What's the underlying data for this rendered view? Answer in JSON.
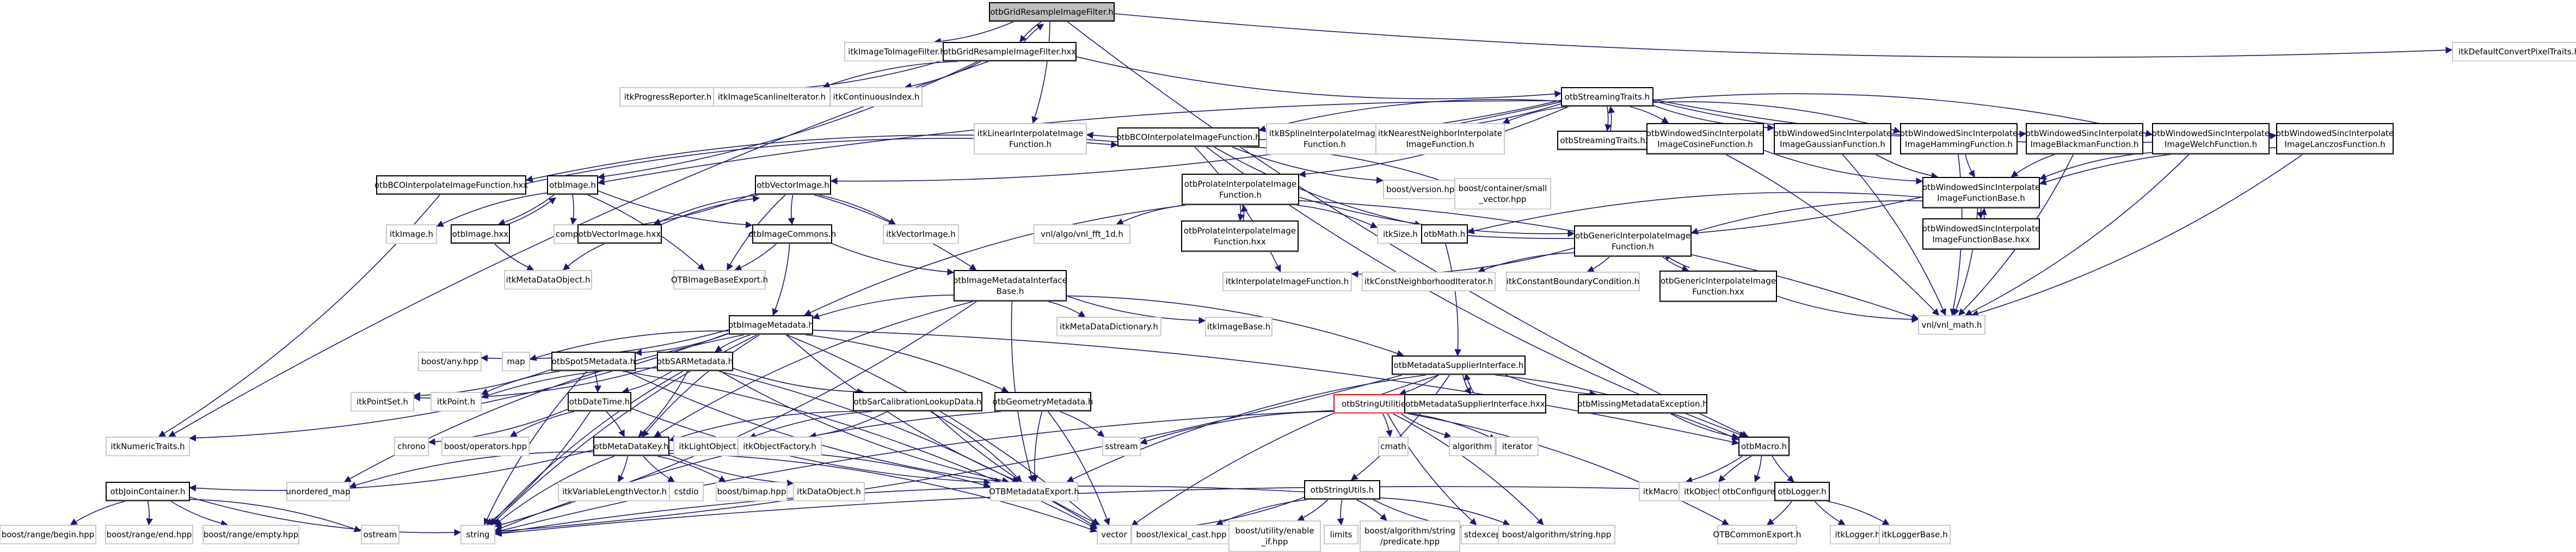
{
  "title": "otbGridResampleImageFilter.h",
  "colors": {
    "edge": "#191970",
    "internal_border": "#000000",
    "external_border": "#c8c8c8",
    "root_fill": "#bfbfbf",
    "highlight_border": "#ff0000"
  },
  "nodes": [
    {
      "id": "root",
      "label": "otbGridResampleImageFilter.h",
      "kind": "root"
    },
    {
      "id": "itkImageToImageFilter",
      "label": "itkImageToImageFilter.h",
      "kind": "ext"
    },
    {
      "id": "gridHxx",
      "label": "otbGridResampleImageFilter.hxx",
      "kind": "int"
    },
    {
      "id": "itkDefaultConvertPixelTraits",
      "label": "itkDefaultConvertPixelTraits.h",
      "kind": "ext"
    },
    {
      "id": "itkProgressReporter",
      "label": "itkProgressReporter.h",
      "kind": "ext"
    },
    {
      "id": "itkImageScanlineIterator",
      "label": "itkImageScanlineIterator.h",
      "kind": "ext"
    },
    {
      "id": "itkContinuousIndex",
      "label": "itkContinuousIndex.h",
      "kind": "ext"
    },
    {
      "id": "streamingTraits",
      "label": "otbStreamingTraits.h",
      "kind": "int"
    },
    {
      "id": "itkLinearInterp",
      "label": "itkLinearInterpolateImage\nFunction.h",
      "kind": "ext"
    },
    {
      "id": "bcoH",
      "label": "otbBCOInterpolateImageFunction.h",
      "kind": "int"
    },
    {
      "id": "itkBSpline",
      "label": "itkBSplineInterpolateImage\nFunction.h",
      "kind": "ext"
    },
    {
      "id": "itkNearest",
      "label": "itkNearestNeighborInterpolate\nImageFunction.h",
      "kind": "ext"
    },
    {
      "id": "streamingTraitsHxx",
      "label": "otbStreamingTraits.hxx",
      "kind": "int"
    },
    {
      "id": "wsCosine",
      "label": "otbWindowedSincInterpolate\nImageCosineFunction.h",
      "kind": "int"
    },
    {
      "id": "wsGaussian",
      "label": "otbWindowedSincInterpolate\nImageGaussianFunction.h",
      "kind": "int"
    },
    {
      "id": "wsHamming",
      "label": "otbWindowedSincInterpolate\nImageHammingFunction.h",
      "kind": "int"
    },
    {
      "id": "wsBlackman",
      "label": "otbWindowedSincInterpolate\nImageBlackmanFunction.h",
      "kind": "int"
    },
    {
      "id": "wsWelch",
      "label": "otbWindowedSincInterpolate\nImageWelchFunction.h",
      "kind": "int"
    },
    {
      "id": "wsLanczos",
      "label": "otbWindowedSincInterpolate\nImageLanczosFunction.h",
      "kind": "int"
    },
    {
      "id": "bcoHxx",
      "label": "otbBCOInterpolateImageFunction.hxx",
      "kind": "int"
    },
    {
      "id": "otbImage",
      "label": "otbImage.h",
      "kind": "int"
    },
    {
      "id": "otbVectorImage",
      "label": "otbVectorImage.h",
      "kind": "int"
    },
    {
      "id": "prolateH",
      "label": "otbProlateInterpolateImage\nFunction.h",
      "kind": "int"
    },
    {
      "id": "boostVersion",
      "label": "boost/version.hpp",
      "kind": "ext"
    },
    {
      "id": "boostSmallVector",
      "label": "boost/container/small\n_vector.hpp",
      "kind": "ext"
    },
    {
      "id": "wsBase",
      "label": "otbWindowedSincInterpolate\nImageFunctionBase.h",
      "kind": "int"
    },
    {
      "id": "itkImage",
      "label": "itkImage.h",
      "kind": "ext"
    },
    {
      "id": "otbImageHxx",
      "label": "otbImage.hxx",
      "kind": "int"
    },
    {
      "id": "complex",
      "label": "complex",
      "kind": "ext"
    },
    {
      "id": "otbVectorImageHxx",
      "label": "otbVectorImage.hxx",
      "kind": "int"
    },
    {
      "id": "imageCommons",
      "label": "otbImageCommons.h",
      "kind": "int"
    },
    {
      "id": "itkVectorImage",
      "label": "itkVectorImage.h",
      "kind": "ext"
    },
    {
      "id": "vnlFft",
      "label": "vnl/algo/vnl_fft_1d.h",
      "kind": "ext"
    },
    {
      "id": "prolateHxx",
      "label": "otbProlateInterpolateImage\nFunction.hxx",
      "kind": "int"
    },
    {
      "id": "itkSize",
      "label": "itkSize.h",
      "kind": "ext"
    },
    {
      "id": "otbMath",
      "label": "otbMath.h",
      "kind": "int"
    },
    {
      "id": "genericH",
      "label": "otbGenericInterpolateImage\nFunction.h",
      "kind": "int"
    },
    {
      "id": "wsBaseHxx",
      "label": "otbWindowedSincInterpolate\nImageFunctionBase.hxx",
      "kind": "int"
    },
    {
      "id": "itkMetaDataObject",
      "label": "itkMetaDataObject.h",
      "kind": "ext"
    },
    {
      "id": "otbImageBaseExport",
      "label": "OTBImageBaseExport.h",
      "kind": "ext"
    },
    {
      "id": "imdInterfaceBase",
      "label": "otbImageMetadataInterface\nBase.h",
      "kind": "int"
    },
    {
      "id": "itkInterpFn",
      "label": "itkInterpolateImageFunction.h",
      "kind": "ext"
    },
    {
      "id": "itkConstNeigh",
      "label": "itkConstNeighborhoodIterator.h",
      "kind": "ext"
    },
    {
      "id": "itkConstBoundary",
      "label": "itkConstantBoundaryCondition.h",
      "kind": "ext"
    },
    {
      "id": "genericHxx",
      "label": "otbGenericInterpolateImage\nFunction.hxx",
      "kind": "int"
    },
    {
      "id": "imageMetadata",
      "label": "otbImageMetadata.h",
      "kind": "int"
    },
    {
      "id": "itkMetaDataDictionary",
      "label": "itkMetaDataDictionary.h",
      "kind": "ext"
    },
    {
      "id": "itkImageBase",
      "label": "itkImageBase.h",
      "kind": "ext"
    },
    {
      "id": "vnlMath",
      "label": "vnl/vnl_math.h",
      "kind": "ext"
    },
    {
      "id": "boostAny",
      "label": "boost/any.hpp",
      "kind": "ext"
    },
    {
      "id": "map",
      "label": "map",
      "kind": "ext"
    },
    {
      "id": "spot5",
      "label": "otbSpot5Metadata.h",
      "kind": "int"
    },
    {
      "id": "sarMetadata",
      "label": "otbSARMetadata.h",
      "kind": "int"
    },
    {
      "id": "mdSupplier",
      "label": "otbMetadataSupplierInterface.h",
      "kind": "int"
    },
    {
      "id": "itkPointSet",
      "label": "itkPointSet.h",
      "kind": "ext"
    },
    {
      "id": "itkPoint",
      "label": "itkPoint.h",
      "kind": "ext"
    },
    {
      "id": "dateTime",
      "label": "otbDateTime.h",
      "kind": "int"
    },
    {
      "id": "sarCalib",
      "label": "otbSarCalibrationLookupData.h",
      "kind": "int"
    },
    {
      "id": "geomMetadata",
      "label": "otbGeometryMetadata.h",
      "kind": "int"
    },
    {
      "id": "stringUtilities",
      "label": "otbStringUtilities.h",
      "kind": "hl"
    },
    {
      "id": "mdSupplierHxx",
      "label": "otbMetadataSupplierInterface.hxx",
      "kind": "int"
    },
    {
      "id": "missingMd",
      "label": "otbMissingMetadataException.h",
      "kind": "int"
    },
    {
      "id": "itkNumericTraits",
      "label": "itkNumericTraits.h",
      "kind": "ext"
    },
    {
      "id": "chrono",
      "label": "chrono",
      "kind": "ext"
    },
    {
      "id": "boostOperators",
      "label": "boost/operators.hpp",
      "kind": "ext"
    },
    {
      "id": "metaDataKey",
      "label": "otbMetaDataKey.h",
      "kind": "int"
    },
    {
      "id": "itkLightObject",
      "label": "itkLightObject.h",
      "kind": "ext"
    },
    {
      "id": "itkObjectFactory",
      "label": "itkObjectFactory.h",
      "kind": "ext"
    },
    {
      "id": "sstream",
      "label": "sstream",
      "kind": "ext"
    },
    {
      "id": "cmath",
      "label": "cmath",
      "kind": "ext"
    },
    {
      "id": "algorithm",
      "label": "algorithm",
      "kind": "ext"
    },
    {
      "id": "iterator",
      "label": "iterator",
      "kind": "ext"
    },
    {
      "id": "otbMacro",
      "label": "otbMacro.h",
      "kind": "int"
    },
    {
      "id": "joinContainer",
      "label": "otbJoinContainer.h",
      "kind": "int"
    },
    {
      "id": "unorderedMap",
      "label": "unordered_map",
      "kind": "ext"
    },
    {
      "id": "itkVLV",
      "label": "itkVariableLengthVector.h",
      "kind": "ext"
    },
    {
      "id": "cstdio",
      "label": "cstdio",
      "kind": "ext"
    },
    {
      "id": "boostBimap",
      "label": "boost/bimap.hpp",
      "kind": "ext"
    },
    {
      "id": "itkDataObject",
      "label": "itkDataObject.h",
      "kind": "ext"
    },
    {
      "id": "otbMetadataExport",
      "label": "OTBMetadataExport.h",
      "kind": "ext"
    },
    {
      "id": "stringUtils",
      "label": "otbStringUtils.h",
      "kind": "int"
    },
    {
      "id": "itkMacro",
      "label": "itkMacro.h",
      "kind": "ext"
    },
    {
      "id": "itkObject",
      "label": "itkObject.h",
      "kind": "ext"
    },
    {
      "id": "otbConfigure",
      "label": "otbConfigure.h",
      "kind": "ext"
    },
    {
      "id": "otbLogger",
      "label": "otbLogger.h",
      "kind": "int"
    },
    {
      "id": "boostRangeBegin",
      "label": "boost/range/begin.hpp",
      "kind": "ext"
    },
    {
      "id": "boostRangeEnd",
      "label": "boost/range/end.hpp",
      "kind": "ext"
    },
    {
      "id": "boostRangeEmpty",
      "label": "boost/range/empty.hpp",
      "kind": "ext"
    },
    {
      "id": "ostream",
      "label": "ostream",
      "kind": "ext"
    },
    {
      "id": "string",
      "label": "string",
      "kind": "ext"
    },
    {
      "id": "vector",
      "label": "vector",
      "kind": "ext"
    },
    {
      "id": "boostLexicalCast",
      "label": "boost/lexical_cast.hpp",
      "kind": "ext"
    },
    {
      "id": "boostEnableIf",
      "label": "boost/utility/enable\n_if.hpp",
      "kind": "ext"
    },
    {
      "id": "limits",
      "label": "limits",
      "kind": "ext"
    },
    {
      "id": "boostPredicate",
      "label": "boost/algorithm/string\n/predicate.hpp",
      "kind": "ext"
    },
    {
      "id": "stdexcept",
      "label": "stdexcept",
      "kind": "ext"
    },
    {
      "id": "boostAlgString",
      "label": "boost/algorithm/string.hpp",
      "kind": "ext"
    },
    {
      "id": "otbCommonExport",
      "label": "OTBCommonExport.h",
      "kind": "ext"
    },
    {
      "id": "itkLogger",
      "label": "itkLogger.h",
      "kind": "ext"
    },
    {
      "id": "itkLoggerBase",
      "label": "itkLoggerBase.h",
      "kind": "ext"
    }
  ],
  "edges": [
    [
      "root",
      "itkImageToImageFilter"
    ],
    [
      "root",
      "gridHxx"
    ],
    [
      "gridHxx",
      "root"
    ],
    [
      "root",
      "itkDefaultConvertPixelTraits"
    ],
    [
      "root",
      "itkLinearInterp"
    ],
    [
      "root",
      "otbMacro"
    ],
    [
      "gridHxx",
      "itkProgressReporter"
    ],
    [
      "gridHxx",
      "itkImageScanlineIterator"
    ],
    [
      "gridHxx",
      "itkContinuousIndex"
    ],
    [
      "gridHxx",
      "streamingTraits"
    ],
    [
      "gridHxx",
      "otbImage"
    ],
    [
      "gridHxx",
      "itkNumericTraits"
    ],
    [
      "streamingTraits",
      "itkLinearInterp"
    ],
    [
      "streamingTraits",
      "bcoH"
    ],
    [
      "streamingTraits",
      "itkBSpline"
    ],
    [
      "streamingTraits",
      "itkNearest"
    ],
    [
      "streamingTraits",
      "streamingTraitsHxx"
    ],
    [
      "streamingTraitsHxx",
      "streamingTraits"
    ],
    [
      "streamingTraits",
      "wsCosine"
    ],
    [
      "streamingTraits",
      "wsGaussian"
    ],
    [
      "streamingTraits",
      "wsHamming"
    ],
    [
      "streamingTraits",
      "wsBlackman"
    ],
    [
      "streamingTraits",
      "wsWelch"
    ],
    [
      "streamingTraits",
      "wsLanczos"
    ],
    [
      "streamingTraits",
      "prolateH"
    ],
    [
      "streamingTraits",
      "otbImage"
    ],
    [
      "streamingTraits",
      "otbVectorImage"
    ],
    [
      "bcoH",
      "bcoHxx"
    ],
    [
      "bcoHxx",
      "bcoH"
    ],
    [
      "bcoH",
      "boostVersion"
    ],
    [
      "bcoH",
      "boostSmallVector"
    ],
    [
      "bcoH",
      "otbMath"
    ],
    [
      "bcoH",
      "itkInterpFn"
    ],
    [
      "bcoH",
      "otbMacro"
    ],
    [
      "bcoHxx",
      "itkNumericTraits"
    ],
    [
      "wsCosine",
      "wsBase"
    ],
    [
      "wsCosine",
      "vnlMath"
    ],
    [
      "wsGaussian",
      "wsBase"
    ],
    [
      "wsGaussian",
      "vnlMath"
    ],
    [
      "wsHamming",
      "wsBase"
    ],
    [
      "wsHamming",
      "vnlMath"
    ],
    [
      "wsBlackman",
      "wsBase"
    ],
    [
      "wsBlackman",
      "vnlMath"
    ],
    [
      "wsWelch",
      "wsBase"
    ],
    [
      "wsWelch",
      "vnlMath"
    ],
    [
      "wsLanczos",
      "wsBase"
    ],
    [
      "wsLanczos",
      "vnlMath"
    ],
    [
      "wsBase",
      "wsBaseHxx"
    ],
    [
      "wsBaseHxx",
      "wsBase"
    ],
    [
      "wsBase",
      "genericH"
    ],
    [
      "wsBase",
      "itkSize"
    ],
    [
      "wsBase",
      "otbMath"
    ],
    [
      "wsBase",
      "vnlMath"
    ],
    [
      "otbImage",
      "itkImage"
    ],
    [
      "otbImage",
      "otbImageHxx"
    ],
    [
      "otbImageHxx",
      "otbImage"
    ],
    [
      "otbImage",
      "complex"
    ],
    [
      "otbImage",
      "imageCommons"
    ],
    [
      "otbImage",
      "otbImageBaseExport"
    ],
    [
      "otbImageHxx",
      "itkMetaDataObject"
    ],
    [
      "otbVectorImage",
      "complex"
    ],
    [
      "otbVectorImage",
      "otbVectorImageHxx"
    ],
    [
      "otbVectorImageHxx",
      "otbVectorImage"
    ],
    [
      "otbVectorImage",
      "imageCommons"
    ],
    [
      "otbVectorImage",
      "itkVectorImage"
    ],
    [
      "otbVectorImage",
      "otbImageBaseExport"
    ],
    [
      "otbVectorImage",
      "imdInterfaceBase"
    ],
    [
      "otbVectorImageHxx",
      "itkMetaDataObject"
    ],
    [
      "imageCommons",
      "otbImageBaseExport"
    ],
    [
      "imageCommons",
      "imdInterfaceBase"
    ],
    [
      "imageCommons",
      "imageMetadata"
    ],
    [
      "prolateH",
      "vnlFft"
    ],
    [
      "prolateH",
      "prolateHxx"
    ],
    [
      "prolateHxx",
      "prolateH"
    ],
    [
      "prolateH",
      "itkSize"
    ],
    [
      "prolateH",
      "genericH"
    ],
    [
      "prolateH",
      "vnlMath"
    ],
    [
      "prolateH",
      "imageMetadata"
    ],
    [
      "genericH",
      "itkInterpFn"
    ],
    [
      "genericH",
      "itkConstNeigh"
    ],
    [
      "genericH",
      "itkConstBoundary"
    ],
    [
      "genericH",
      "genericHxx"
    ],
    [
      "genericHxx",
      "genericH"
    ],
    [
      "genericHxx",
      "vnlMath"
    ],
    [
      "otbMath",
      "mdSupplier"
    ],
    [
      "imdInterfaceBase",
      "imageMetadata"
    ],
    [
      "imdInterfaceBase",
      "itkMetaDataDictionary"
    ],
    [
      "imdInterfaceBase",
      "itkImageBase"
    ],
    [
      "imdInterfaceBase",
      "mdSupplier"
    ],
    [
      "imdInterfaceBase",
      "otbMetadataExport"
    ],
    [
      "imdInterfaceBase",
      "string"
    ],
    [
      "imdInterfaceBase",
      "metaDataKey"
    ],
    [
      "imageMetadata",
      "boostAny"
    ],
    [
      "imageMetadata",
      "map"
    ],
    [
      "imageMetadata",
      "spot5"
    ],
    [
      "imageMetadata",
      "sarMetadata"
    ],
    [
      "imageMetadata",
      "geomMetadata"
    ],
    [
      "imageMetadata",
      "metaDataKey"
    ],
    [
      "imageMetadata",
      "itkNumericTraits"
    ],
    [
      "imageMetadata",
      "otbMetadataExport"
    ],
    [
      "imageMetadata",
      "vector"
    ],
    [
      "imageMetadata",
      "string"
    ],
    [
      "imageMetadata",
      "otbMacro"
    ],
    [
      "imageMetadata",
      "unorderedMap"
    ],
    [
      "spot5",
      "itkPointSet"
    ],
    [
      "spot5",
      "itkPoint"
    ],
    [
      "spot5",
      "dateTime"
    ],
    [
      "spot5",
      "otbMetadataExport"
    ],
    [
      "spot5",
      "vector"
    ],
    [
      "spot5",
      "string"
    ],
    [
      "sarMetadata",
      "itkPointSet"
    ],
    [
      "sarMetadata",
      "itkPoint"
    ],
    [
      "sarMetadata",
      "dateTime"
    ],
    [
      "sarMetadata",
      "sarCalib"
    ],
    [
      "sarMetadata",
      "metaDataKey"
    ],
    [
      "sarMetadata",
      "otbMetadataExport"
    ],
    [
      "sarMetadata",
      "vector"
    ],
    [
      "sarMetadata",
      "string"
    ],
    [
      "dateTime",
      "chrono"
    ],
    [
      "dateTime",
      "boostOperators"
    ],
    [
      "dateTime",
      "metaDataKey"
    ],
    [
      "dateTime",
      "otbMetadataExport"
    ],
    [
      "dateTime",
      "string"
    ],
    [
      "sarCalib",
      "itkLightObject"
    ],
    [
      "sarCalib",
      "itkObjectFactory"
    ],
    [
      "sarCalib",
      "metaDataKey"
    ],
    [
      "sarCalib",
      "otbMetadataExport"
    ],
    [
      "sarCalib",
      "vector"
    ],
    [
      "geomMetadata",
      "sstream"
    ],
    [
      "geomMetadata",
      "otbMetadataExport"
    ],
    [
      "geomMetadata",
      "vector"
    ],
    [
      "geomMetadata",
      "string"
    ],
    [
      "mdSupplier",
      "stringUtilities"
    ],
    [
      "mdSupplier",
      "mdSupplierHxx"
    ],
    [
      "mdSupplierHxx",
      "mdSupplier"
    ],
    [
      "mdSupplier",
      "missingMd"
    ],
    [
      "mdSupplier",
      "otbMacro"
    ],
    [
      "mdSupplier",
      "otbMetadataExport"
    ],
    [
      "mdSupplier",
      "string"
    ],
    [
      "mdSupplier",
      "vector"
    ],
    [
      "mdSupplier",
      "stringUtils"
    ],
    [
      "stringUtilities",
      "sstream"
    ],
    [
      "stringUtilities",
      "cmath"
    ],
    [
      "stringUtilities",
      "algorithm"
    ],
    [
      "stringUtilities",
      "iterator"
    ],
    [
      "stringUtilities",
      "stdexcept"
    ],
    [
      "stringUtilities",
      "boostAlgString"
    ],
    [
      "stringUtilities",
      "string"
    ],
    [
      "stringUtilities",
      "otbCommonExport"
    ],
    [
      "missingMd",
      "otbMacro"
    ],
    [
      "metaDataKey",
      "joinContainer"
    ],
    [
      "metaDataKey",
      "unorderedMap"
    ],
    [
      "metaDataKey",
      "itkVLV"
    ],
    [
      "metaDataKey",
      "cstdio"
    ],
    [
      "metaDataKey",
      "boostBimap"
    ],
    [
      "metaDataKey",
      "itkDataObject"
    ],
    [
      "metaDataKey",
      "otbMetadataExport"
    ],
    [
      "metaDataKey",
      "string"
    ],
    [
      "metaDataKey",
      "vector"
    ],
    [
      "joinContainer",
      "boostRangeBegin"
    ],
    [
      "joinContainer",
      "boostRangeEnd"
    ],
    [
      "joinContainer",
      "boostRangeEmpty"
    ],
    [
      "joinContainer",
      "ostream"
    ],
    [
      "joinContainer",
      "string"
    ],
    [
      "stringUtils",
      "vector"
    ],
    [
      "stringUtils",
      "boostLexicalCast"
    ],
    [
      "stringUtils",
      "boostEnableIf"
    ],
    [
      "stringUtils",
      "limits"
    ],
    [
      "stringUtils",
      "boostPredicate"
    ],
    [
      "stringUtils",
      "stdexcept"
    ],
    [
      "stringUtils",
      "boostAlgString"
    ],
    [
      "stringUtils",
      "string"
    ],
    [
      "otbMacro",
      "itkMacro"
    ],
    [
      "otbMacro",
      "itkObject"
    ],
    [
      "otbMacro",
      "otbConfigure"
    ],
    [
      "otbMacro",
      "otbLogger"
    ],
    [
      "otbLogger",
      "otbCommonExport"
    ],
    [
      "otbLogger",
      "itkLogger"
    ],
    [
      "otbLogger",
      "itkLoggerBase"
    ],
    [
      "otbLogger",
      "string"
    ]
  ]
}
